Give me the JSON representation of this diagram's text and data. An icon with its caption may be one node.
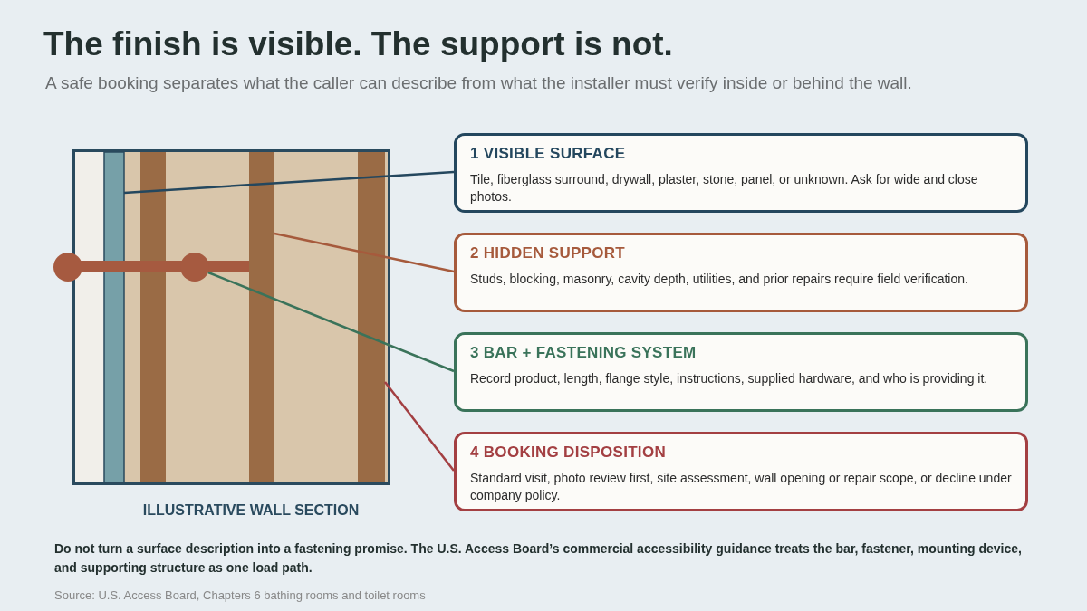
{
  "diagram": {
    "title": "The finish is visible. The support is not.",
    "nodes": [
      {
        "text": [],
        "shape": "bar"
      },
      {
        "text": [],
        "shape": "bar"
      },
      {
        "text": [],
        "shape": "bar"
      },
      {
        "text": [],
        "shape": "bar"
      },
      {
        "text": [],
        "shape": "bar"
      },
      {
        "text": [],
        "shape": "bar"
      },
      {
        "text": [
          "1 VISIBLE SURFACE",
          "Tile, fiberglass surround, drywall, plaster, stone, panel, or unknown. Ask for wide and close photos."
        ]
      },
      {
        "text": [
          "2 HIDDEN SUPPORT",
          "Studs, blocking, masonry, cavity depth, utilities, and prior repairs require field verification."
        ]
      },
      {
        "text": [
          "3 BAR + FASTENING SYSTEM",
          "Record product, length, flange style, instructions, supplied hardware, and who is providing it."
        ]
      },
      {
        "text": [
          "4 BOOKING DISPOSITION",
          "Standard visit, photo review first, site assessment, wall opening or repair scope, or decline under company policy."
        ]
      }
    ],
    "edges": [
      {
        "from": 6,
        "to": 1,
        "arrow": "none",
        "color": "#24475e"
      },
      {
        "from": 7,
        "to": 4,
        "arrow": "none",
        "color": "#a65a3c"
      },
      {
        "from": 8,
        "to": 3,
        "arrow": "none",
        "color": "#3a735a"
      },
      {
        "from": 9,
        "to": 5,
        "arrow": "none",
        "color": "#a33f42"
      }
    ],
    "labels": [
      "A safe booking separates what the caller can describe from what the installer must verify inside or behind the wall.",
      "ILLUSTRATIVE WALL SECTION",
      "Do not turn a surface description into a fastening promise. The U.S. Access Board’s commercial accessibility guidance treats the bar, fastener, mounting device, and supporting structure as one load path.",
      "Source: U.S. Access Board, Chapters 6 bathing rooms and toilet rooms"
    ]
  }
}
